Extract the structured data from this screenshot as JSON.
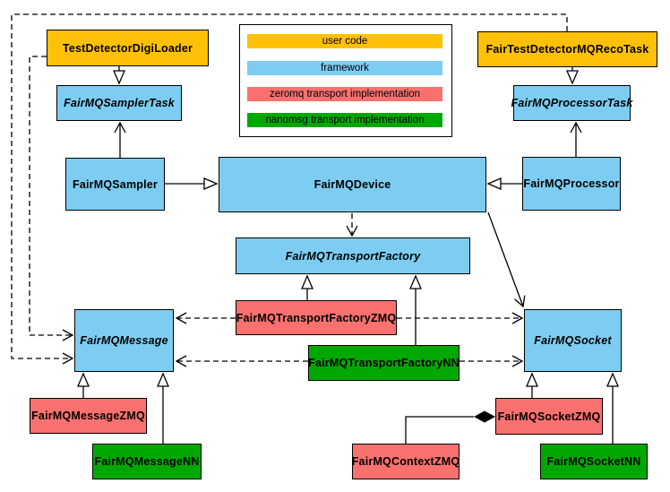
{
  "diagram": {
    "colors": {
      "user_code": "#FFC107",
      "framework": "#7DCDF2",
      "zeromq": "#F9716F",
      "nanomsg": "#02A802",
      "edge": "#000000",
      "background": "#FFFFFF"
    },
    "legend": {
      "items": [
        {
          "label": "user code",
          "color": "#FFC107"
        },
        {
          "label": "framework",
          "color": "#7DCDF2"
        },
        {
          "label": "zeromq transport implementation",
          "color": "#F9716F"
        },
        {
          "label": "nanomsg transport implementation",
          "color": "#02A802"
        }
      ]
    },
    "nodes": {
      "testDetectorDigiLoader": {
        "label": "TestDetectorDigiLoader",
        "category": "user code",
        "abstract": false
      },
      "fairTestDetectorMQRecoTask": {
        "label": "FairTestDetectorMQRecoTask",
        "category": "user code",
        "abstract": false
      },
      "fairMQSamplerTask": {
        "label": "FairMQSamplerTask",
        "category": "framework",
        "abstract": true
      },
      "fairMQProcessorTask": {
        "label": "FairMQProcessorTask",
        "category": "framework",
        "abstract": true
      },
      "fairMQSampler": {
        "label": "FairMQSampler",
        "category": "framework",
        "abstract": false
      },
      "fairMQDevice": {
        "label": "FairMQDevice",
        "category": "framework",
        "abstract": false
      },
      "fairMQProcessor": {
        "label": "FairMQProcessor",
        "category": "framework",
        "abstract": false
      },
      "fairMQTransportFactory": {
        "label": "FairMQTransportFactory",
        "category": "framework",
        "abstract": true
      },
      "fairMQTransportFactoryZMQ": {
        "label": "FairMQTransportFactoryZMQ",
        "category": "zeromq",
        "abstract": false
      },
      "fairMQTransportFactoryNN": {
        "label": "FairMQTransportFactoryNN",
        "category": "nanomsg",
        "abstract": false
      },
      "fairMQMessage": {
        "label": "FairMQMessage",
        "category": "framework",
        "abstract": true
      },
      "fairMQSocket": {
        "label": "FairMQSocket",
        "category": "framework",
        "abstract": true
      },
      "fairMQMessageZMQ": {
        "label": "FairMQMessageZMQ",
        "category": "zeromq",
        "abstract": false
      },
      "fairMQMessageNN": {
        "label": "FairMQMessageNN",
        "category": "nanomsg",
        "abstract": false
      },
      "fairMQContextZMQ": {
        "label": "FairMQContextZMQ",
        "category": "zeromq",
        "abstract": false
      },
      "fairMQSocketZMQ": {
        "label": "FairMQSocketZMQ",
        "category": "zeromq",
        "abstract": false
      },
      "fairMQSocketNN": {
        "label": "FairMQSocketNN",
        "category": "nanomsg",
        "abstract": false
      }
    },
    "edges": [
      {
        "from": "TestDetectorDigiLoader",
        "to": "FairMQSamplerTask",
        "type": "inheritance-triangle"
      },
      {
        "from": "FairTestDetectorMQRecoTask",
        "to": "FairMQProcessorTask",
        "type": "inheritance-triangle"
      },
      {
        "from": "FairMQSampler",
        "to": "FairMQSamplerTask",
        "type": "open-arrow"
      },
      {
        "from": "FairMQProcessor",
        "to": "FairMQProcessorTask",
        "type": "open-arrow"
      },
      {
        "from": "FairMQSampler",
        "to": "FairMQDevice",
        "type": "inheritance-triangle"
      },
      {
        "from": "FairMQProcessor",
        "to": "FairMQDevice",
        "type": "inheritance-triangle"
      },
      {
        "from": "FairMQDevice",
        "to": "FairMQTransportFactory",
        "type": "dashed-open-arrow"
      },
      {
        "from": "FairMQDevice",
        "to": "FairMQSocket",
        "type": "open-arrow"
      },
      {
        "from": "FairMQTransportFactoryZMQ",
        "to": "FairMQTransportFactory",
        "type": "inheritance-triangle"
      },
      {
        "from": "FairMQTransportFactoryNN",
        "to": "FairMQTransportFactory",
        "type": "inheritance-triangle"
      },
      {
        "from": "FairMQTransportFactoryZMQ",
        "to": "FairMQMessage",
        "type": "dashed-open-arrow"
      },
      {
        "from": "FairMQTransportFactoryZMQ",
        "to": "FairMQSocket",
        "type": "dashed-open-arrow"
      },
      {
        "from": "FairMQTransportFactoryNN",
        "to": "FairMQMessage",
        "type": "dashed-open-arrow"
      },
      {
        "from": "FairMQTransportFactoryNN",
        "to": "FairMQSocket",
        "type": "dashed-open-arrow"
      },
      {
        "from": "FairTestDetectorMQRecoTask",
        "to": "FairMQMessage",
        "type": "dashed-open-arrow"
      },
      {
        "from": "TestDetectorDigiLoader",
        "to": "FairMQMessage",
        "type": "dashed-open-arrow"
      },
      {
        "from": "FairMQMessageZMQ",
        "to": "FairMQMessage",
        "type": "inheritance-triangle"
      },
      {
        "from": "FairMQMessageNN",
        "to": "FairMQMessage",
        "type": "inheritance-triangle"
      },
      {
        "from": "FairMQSocketZMQ",
        "to": "FairMQSocket",
        "type": "inheritance-triangle"
      },
      {
        "from": "FairMQSocketNN",
        "to": "FairMQSocket",
        "type": "inheritance-triangle"
      },
      {
        "from": "FairMQContextZMQ",
        "to": "FairMQSocketZMQ",
        "type": "composition-diamond"
      }
    ]
  }
}
